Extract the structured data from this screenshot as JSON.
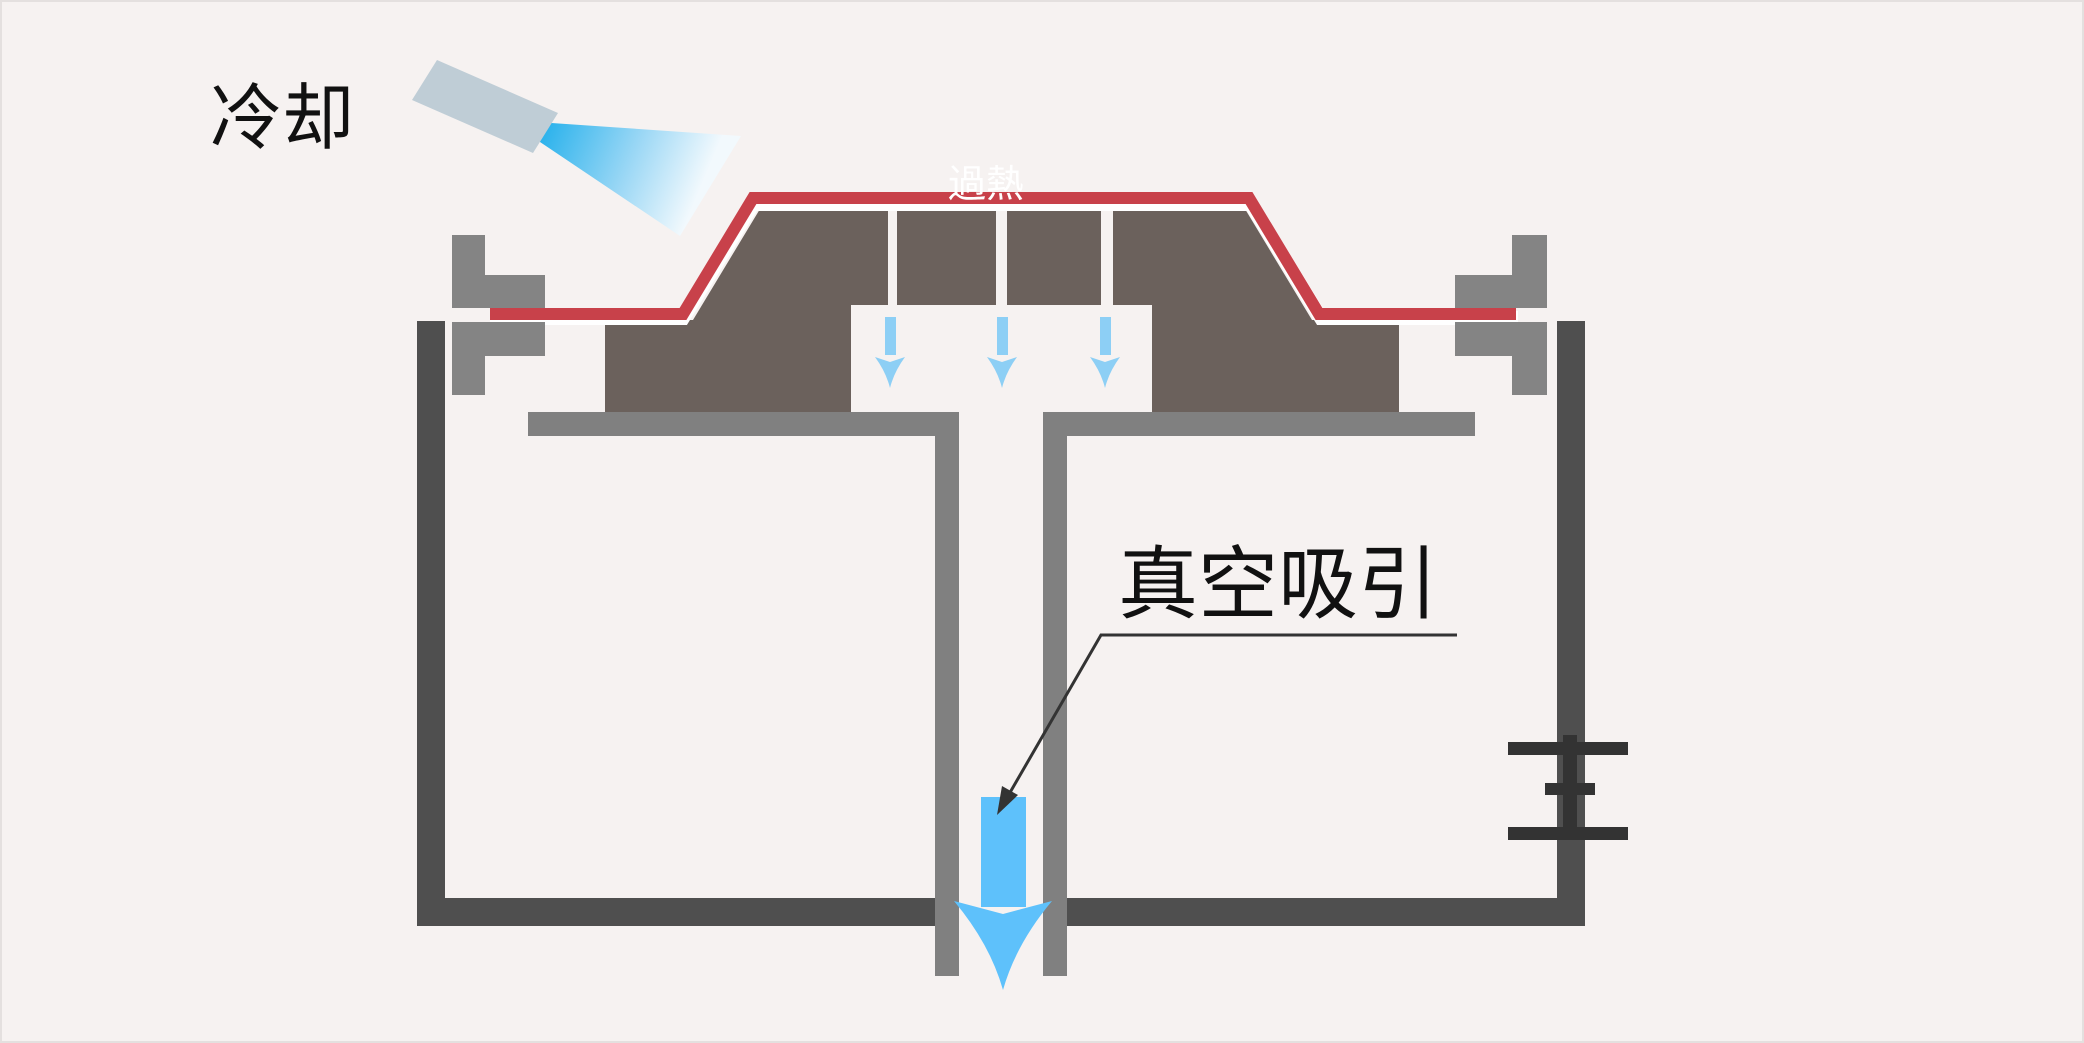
{
  "labels": {
    "cooling": "冷却",
    "heating": "過熱",
    "vacuum": "真空吸引"
  },
  "colors": {
    "background": "#f6f2f1",
    "sheet": "#c8414a",
    "mold": "#6b615c",
    "clamp": "#848484",
    "chamber_wall": "#4f4f4f",
    "platen": "#808080",
    "airflow_small": "#8dcff5",
    "airflow_large": "#5ec1fb",
    "nozzle": "#bfcdd6",
    "pointer": "#333333",
    "valve": "#333333"
  },
  "icons": {
    "cooling_nozzle": "spray-nozzle-icon",
    "vacuum_flow": "down-arrow-icon",
    "suction_flow": "small-down-arrow-icon",
    "valve": "valve-symbol-icon"
  }
}
